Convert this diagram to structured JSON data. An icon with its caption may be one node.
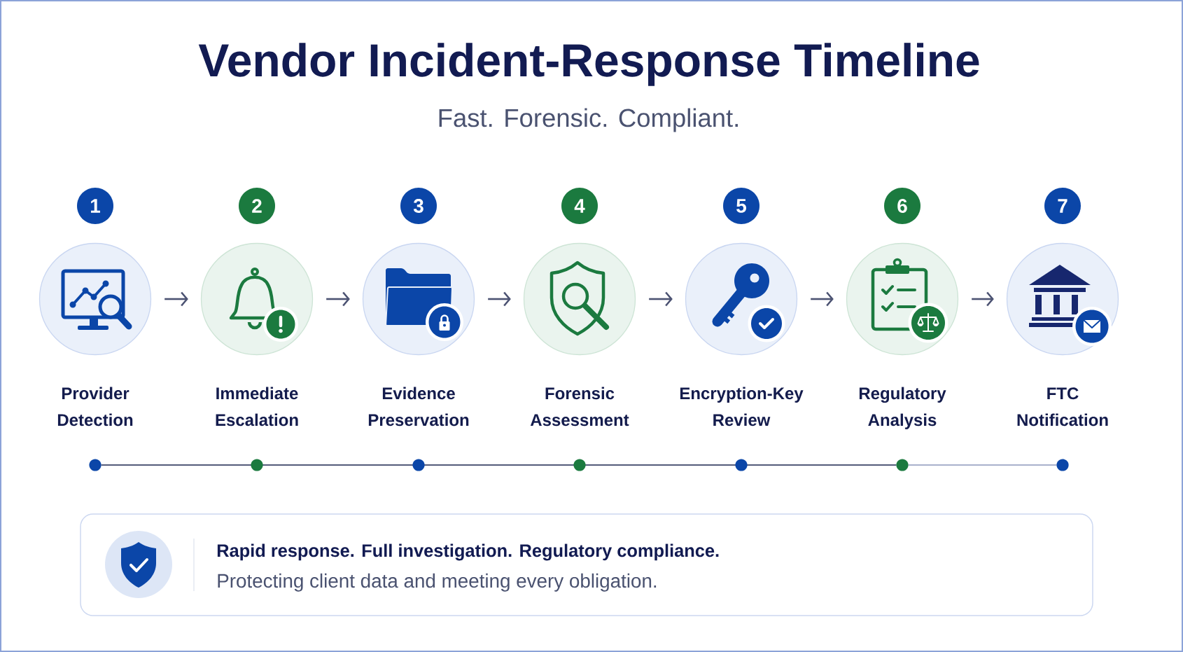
{
  "diagram": {
    "title": "Vendor Incident-Response Timeline",
    "nodes": [
      {
        "text": [
          "1"
        ]
      },
      {
        "text": [
          "2"
        ]
      },
      {
        "text": [
          "3"
        ]
      },
      {
        "text": [
          "4"
        ]
      },
      {
        "text": [
          "5"
        ]
      },
      {
        "text": [
          "6"
        ]
      },
      {
        "text": [
          "7"
        ]
      },
      {
        "text": [
          "Provider Detection"
        ]
      },
      {
        "text": [
          "Immediate Escalation"
        ]
      },
      {
        "text": [
          "Evidence Preservation"
        ]
      },
      {
        "text": [
          "Forensic Assessment"
        ]
      },
      {
        "text": [
          "Encryption-Key Review"
        ]
      },
      {
        "text": [
          "Regulatory Analysis"
        ]
      },
      {
        "text": [
          "FTC Notification"
        ]
      },
      {
        "text": [
          "Rapid response. Full investigation. Regulatory compliance.",
          "Protecting client data and meeting every obligation."
        ]
      }
    ],
    "edges": [
      {
        "from": 7,
        "to": 8,
        "arrow": "to"
      },
      {
        "from": 8,
        "to": 9,
        "arrow": "to"
      },
      {
        "from": 9,
        "to": 10,
        "arrow": "to"
      },
      {
        "from": 10,
        "to": 11,
        "arrow": "to"
      },
      {
        "from": 11,
        "to": 12,
        "arrow": "to"
      },
      {
        "from": 12,
        "to": 13,
        "arrow": "to"
      }
    ],
    "labels": [
      "Fast. Forensic. Compliant."
    ]
  }
}
